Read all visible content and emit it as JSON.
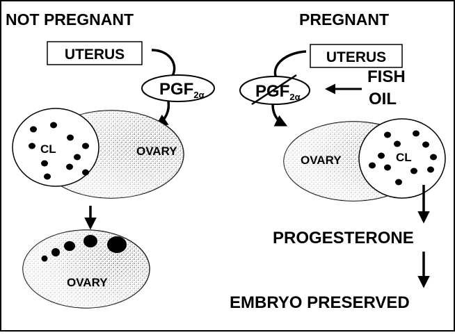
{
  "left": {
    "heading": "NOT PREGNANT",
    "uterus": "UTERUS",
    "pgf_main": "PGF",
    "pgf_sub": "2α",
    "cl": "CL",
    "ovary": "OVARY",
    "ovary_bottom": "OVARY"
  },
  "right": {
    "heading": "PREGNANT",
    "uterus": "UTERUS",
    "pgf_main": "PGF",
    "pgf_sub": "2α",
    "fish_line1": "FISH",
    "fish_line2": "OIL",
    "ovary": "OVARY",
    "cl": "CL",
    "progesterone": "PROGESTERONE",
    "embryo": "EMBRYO PRESERVED"
  }
}
